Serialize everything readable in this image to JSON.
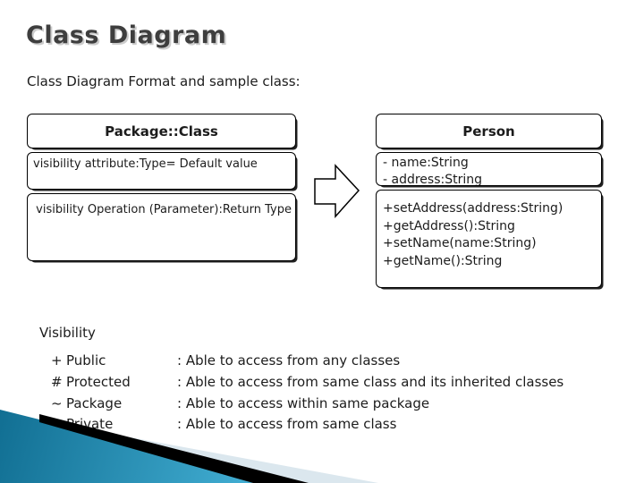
{
  "slide": {
    "title": "Class Diagram",
    "subtitle": "Class Diagram Format and sample class:"
  },
  "format_class": {
    "title": "Package::Class",
    "attributes": "visibility attribute:Type= Default value",
    "operations": "visibility Operation (Parameter):Return Type"
  },
  "person_class": {
    "title": "Person",
    "attributes": [
      "- name:String",
      "- address:String"
    ],
    "operations": [
      "+setAddress(address:String)",
      "+getAddress():String",
      "+setName(name:String)",
      "+getName():String"
    ]
  },
  "visibility": {
    "heading": "Visibility",
    "rows": [
      {
        "symbol": "+",
        "name": "Public",
        "description": ": Able to access from any classes"
      },
      {
        "symbol": "#",
        "name": "Protected",
        "description": ": Able to access from same class and its inherited classes"
      },
      {
        "symbol": "~",
        "name": "Package",
        "description": ": Able to access within same package"
      },
      {
        "symbol": "-",
        "name": "Private",
        "description": ": Able to access from same class"
      }
    ]
  },
  "icons": {
    "between_boxes": "right-block-arrow-icon",
    "corner_decoration": "teal-arrow-decoration"
  },
  "colors": {
    "title_text": "#3e3e3e",
    "body_text": "#1c1c1c",
    "box_border": "#000000",
    "decoration_teal_dark": "#116f93",
    "decoration_teal_light": "#45b2d7",
    "decoration_pale_blue": "#dbe7ee",
    "decoration_black": "#000000"
  }
}
